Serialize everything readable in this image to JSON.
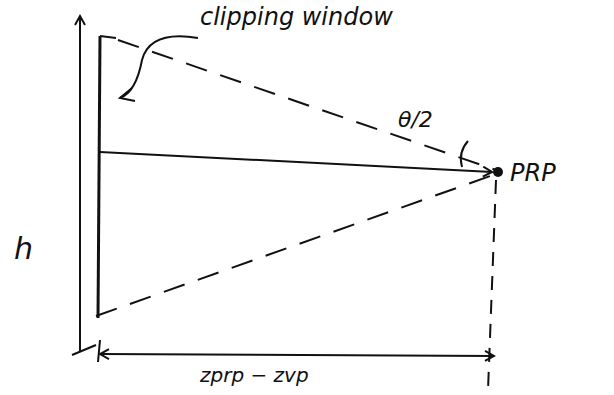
{
  "diagram": {
    "labels": [
      "clipping window",
      "θ/2",
      "PRP",
      "h",
      "zprp − zvp"
    ]
  }
}
